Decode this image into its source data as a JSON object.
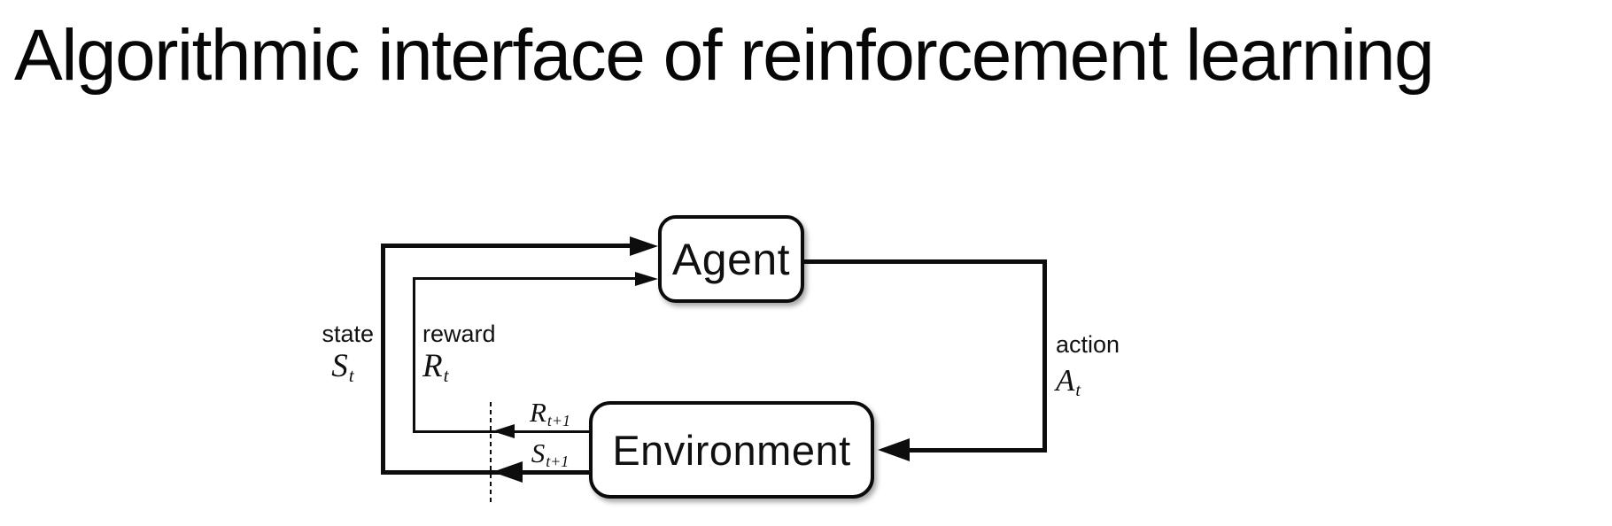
{
  "title": "Algorithmic interface of reinforcement learning",
  "diagram": {
    "nodes": {
      "agent": "Agent",
      "environment": "Environment"
    },
    "signals": {
      "state": {
        "label": "state",
        "symbol": "S",
        "subscript": "t"
      },
      "reward": {
        "label": "reward",
        "symbol": "R",
        "subscript": "t"
      },
      "action": {
        "label": "action",
        "symbol": "A",
        "subscript": "t"
      },
      "next_reward": {
        "symbol": "R",
        "subscript": "t+1"
      },
      "next_state": {
        "symbol": "S",
        "subscript": "t+1"
      }
    },
    "colors": {
      "line": "#0d0d0d",
      "background": "#ffffff",
      "text": "#111111"
    }
  }
}
